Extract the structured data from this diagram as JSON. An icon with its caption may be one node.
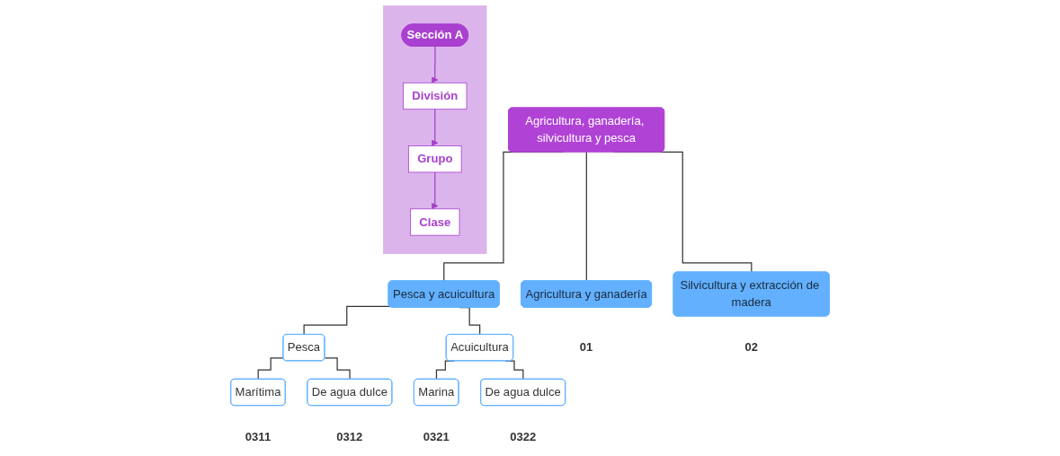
{
  "diagram": {
    "nodes": [
      {
        "text": [],
        "shape": "box"
      },
      {
        "text": [
          "Sección A"
        ],
        "in": 0
      },
      {
        "text": [
          "División"
        ],
        "in": 0
      },
      {
        "text": [
          "Grupo"
        ],
        "in": 0
      },
      {
        "text": [
          "Clase"
        ],
        "in": 0
      },
      {
        "text": [
          "Agricultura, ganadería, silvicultura y pesca"
        ]
      },
      {
        "text": [
          "Agricultura y ganadería"
        ],
        "beside": [
          "01"
        ]
      },
      {
        "text": [
          "Silvicultura y extracción de madera"
        ],
        "beside": [
          "02"
        ]
      },
      {
        "text": [
          "Pesca y acuicultura"
        ]
      },
      {
        "text": [
          "Pesca"
        ]
      },
      {
        "text": [
          "Acuicultura"
        ]
      },
      {
        "text": [
          "Marítima"
        ],
        "beside": [
          "0311"
        ]
      },
      {
        "text": [
          "De agua dulce"
        ],
        "beside": [
          "0312"
        ]
      },
      {
        "text": [
          "Marina"
        ],
        "beside": [
          "0321"
        ]
      },
      {
        "text": [
          "De agua dulce"
        ],
        "beside": [
          "0322"
        ]
      }
    ],
    "edges": [
      {
        "from": 1,
        "to": 2,
        "arrow": "to",
        "color": "#a33fc9"
      },
      {
        "from": 2,
        "to": 3,
        "arrow": "to",
        "color": "#a33fc9"
      },
      {
        "from": 3,
        "to": 4,
        "arrow": "to",
        "color": "#a33fc9"
      },
      {
        "from": 5,
        "to": 6,
        "arrow": "none"
      },
      {
        "from": 5,
        "to": 7,
        "arrow": "none"
      },
      {
        "from": 5,
        "to": 8,
        "arrow": "none"
      },
      {
        "from": 8,
        "to": 9,
        "arrow": "none"
      },
      {
        "from": 8,
        "to": 10,
        "arrow": "none"
      },
      {
        "from": 9,
        "to": 11,
        "arrow": "none"
      },
      {
        "from": 9,
        "to": 12,
        "arrow": "none"
      },
      {
        "from": 10,
        "to": 13,
        "arrow": "none"
      },
      {
        "from": 10,
        "to": 14,
        "arrow": "none"
      }
    ]
  }
}
